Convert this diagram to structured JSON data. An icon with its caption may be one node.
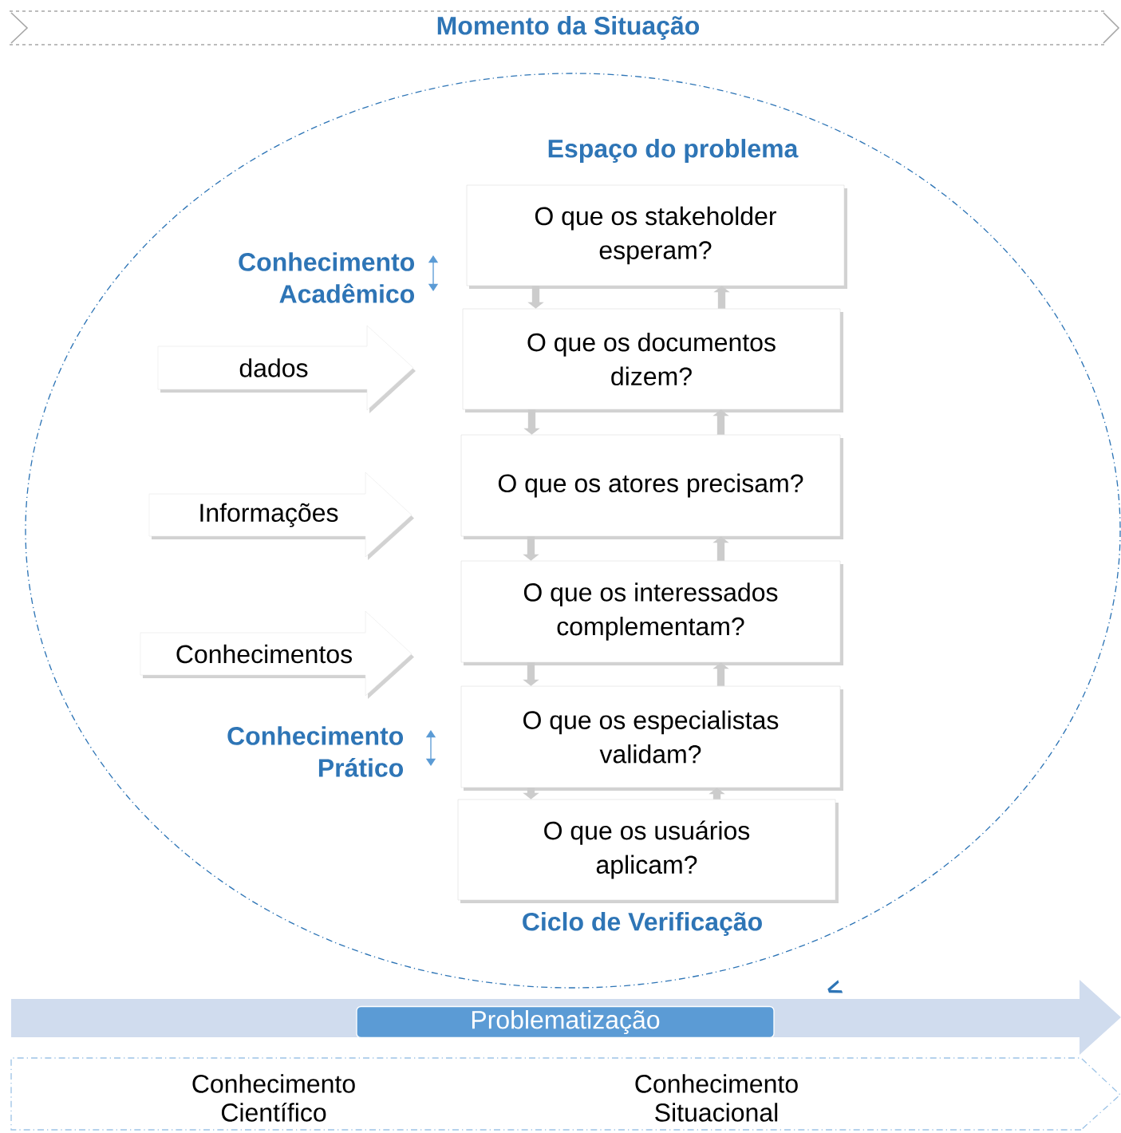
{
  "diagram": {
    "nodes": [
      {
        "text": [
          "Momento da Situação"
        ]
      },
      {
        "text": [
          "Espaço do problema"
        ]
      },
      {
        "text": [
          "O que os stakeholder esperam?"
        ],
        "in": 1
      },
      {
        "text": [
          "O que os documentos dizem?"
        ],
        "in": 1
      },
      {
        "text": [
          "O que os atores precisam?"
        ],
        "in": 1
      },
      {
        "text": [
          "O que os interessados complementam?"
        ],
        "in": 1
      },
      {
        "text": [
          "O que os especialistas validam?"
        ],
        "in": 1
      },
      {
        "text": [
          "O que os usuários aplicam?"
        ],
        "in": 1
      },
      {
        "text": [
          "dados"
        ],
        "in": 1
      },
      {
        "text": [
          "Informações"
        ],
        "in": 1
      },
      {
        "text": [
          "Conhecimentos"
        ],
        "in": 1
      },
      {
        "text": [],
        "shape": "arrow"
      },
      {
        "text": [
          "Problematização"
        ],
        "in": 11
      },
      {
        "text": [
          "Conhecimento Científico",
          "Conhecimento Situacional"
        ]
      }
    ],
    "edges": [
      {
        "from": 2,
        "to": 3,
        "arrow": "to"
      },
      {
        "from": 3,
        "to": 2,
        "arrow": "to"
      },
      {
        "from": 3,
        "to": 4,
        "arrow": "to"
      },
      {
        "from": 4,
        "to": 3,
        "arrow": "to"
      },
      {
        "from": 4,
        "to": 5,
        "arrow": "to"
      },
      {
        "from": 5,
        "to": 4,
        "arrow": "to"
      },
      {
        "from": 5,
        "to": 6,
        "arrow": "to"
      },
      {
        "from": 6,
        "to": 5,
        "arrow": "to"
      },
      {
        "from": 6,
        "to": 7,
        "arrow": "to"
      },
      {
        "from": 7,
        "to": 6,
        "arrow": "to"
      }
    ],
    "labels": [
      "Conhecimento Acadêmico",
      "Conhecimento Prático",
      "Ciclo de Verificação",
      "<"
    ]
  }
}
